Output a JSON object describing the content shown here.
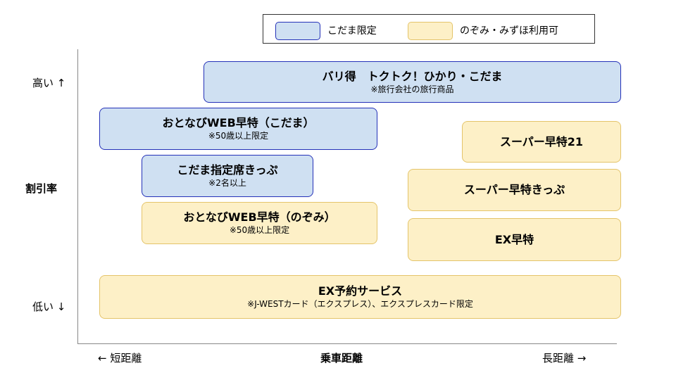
{
  "colors": {
    "kodama_fill": "#cfe0f2",
    "kodama_border": "#2431b8",
    "nozomi_fill": "#fdf0c7",
    "nozomi_border": "#e4c46a"
  },
  "legend": {
    "kodama_label": "こだま限定",
    "nozomi_label": "のぞみ・みずほ利用可"
  },
  "axis": {
    "y_high": "高い ↑",
    "y_title": "割引率",
    "y_low": "低い ↓",
    "x_short": "← 短距離",
    "x_title": "乗車距離",
    "x_long": "長距離 →"
  },
  "products": [
    {
      "title": "バリ得　トクトク！ひかり・こだま",
      "note": "※旅行会社の旅行商品",
      "kind": "kodama"
    },
    {
      "title": "おとなびWEB早特（こだま）",
      "note": "※50歳以上限定",
      "kind": "kodama"
    },
    {
      "title": "こだま指定席きっぷ",
      "note": "※2名以上",
      "kind": "kodama"
    },
    {
      "title": "おとなびWEB早特（のぞみ）",
      "note": "※50歳以上限定",
      "kind": "nozomi"
    },
    {
      "title": "スーパー早特21",
      "note": "",
      "kind": "nozomi"
    },
    {
      "title": "スーパー早特きっぷ",
      "note": "",
      "kind": "nozomi"
    },
    {
      "title": "EX早特",
      "note": "",
      "kind": "nozomi"
    },
    {
      "title": "EX予約サービス",
      "note": "※J-WESTカード（エクスプレス）、エクスプレスカード限定",
      "kind": "nozomi"
    }
  ]
}
